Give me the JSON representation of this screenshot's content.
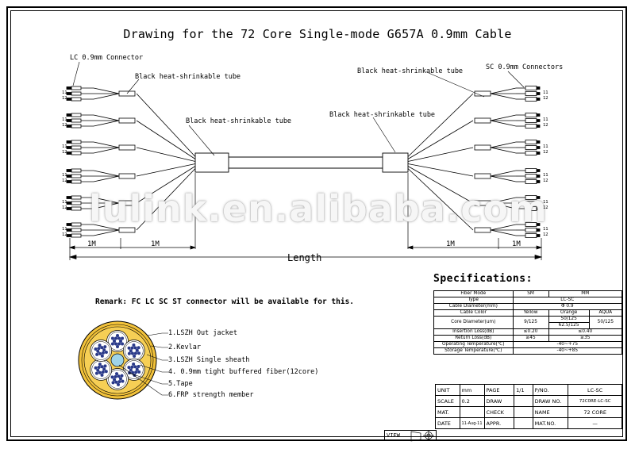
{
  "title": "Drawing for the 72 Core Single-mode G657A 0.9mm Cable",
  "labels": {
    "lc_connector": "LC 0.9mm Connector",
    "sc_connectors": "SC 0.9mm Connectors",
    "tube_left_top": "Black heat-shrinkable tube",
    "tube_left_mid": "Black heat-shrinkable tube",
    "tube_right_top": "Black heat-shrinkable tube",
    "tube_right_mid": "Black heat-shrinkable tube"
  },
  "fiber_numbers": [
    "11",
    "12"
  ],
  "dimensions": {
    "seg1": "1M",
    "seg2": "1M",
    "seg3": "1M",
    "seg4": "1M",
    "length": "Length"
  },
  "watermark": "lulink.en.alibaba.com",
  "spec_title": "Specifications:",
  "spec": {
    "fiber_mode": "Fiber Mode",
    "sm": "SM",
    "mm": "MM",
    "type": "Type",
    "type_val": "LC-SC",
    "cable_diameter": "Cable Diameter(mm)",
    "cable_diameter_val": "Φ 0.9",
    "cable_color": "Cable Color",
    "yellow": "Yellow",
    "orange": "Orange",
    "aqua": "AQUA",
    "core_diameter": "Core Diameter(um)",
    "core_sm": "9/125",
    "core_mm1": "50/125",
    "core_mm1b": "62.5/125",
    "core_mm2": "50/125",
    "insertion_loss": "Insertion Loss(dB)",
    "il_sm": "≤0.20",
    "il_mm": "≤0.40",
    "return_loss": "Return Loss(dB)",
    "rl_sm": "≥45",
    "rl_mm": "≥35",
    "op_temp": "Operating Temperature(℃)",
    "op_temp_val": "-40~+75",
    "st_temp": "Storage Temperature(℃)",
    "st_temp_val": "-40~+85"
  },
  "remark": "Remark: FC LC SC ST connector will be available for this.",
  "legend": [
    "1.LSZH Out jacket",
    "2.Kevlar",
    "3.LSZH Single sheath",
    "4. 0.9mm tight buffered fiber(12core)",
    "5.Tape",
    "6.FRP strength member"
  ],
  "title_block": {
    "unit": "UNIT",
    "unit_val": "mm",
    "page": "PAGE",
    "page_val": "1/1",
    "pno": "P/NO.",
    "pno_val": "LC-SC",
    "scale": "SCALE",
    "scale_val": "0.2",
    "draw": "DRAW",
    "draw_no": "DRAW NO.",
    "draw_no_val": "72C0RE-LC-SC",
    "mat": "MAT.",
    "check": "CHECK",
    "name": "NAME",
    "name_val": "72 CORE",
    "date": "DATE",
    "date_val": "11-Aug-11",
    "appr": "APPR.",
    "mat_no": "MAT.NO.",
    "mat_no_val": "—",
    "view": "VIEW"
  },
  "colors": {
    "cable_yellow": "#f2c23a",
    "fiber_blue": "#2a3a8a",
    "line": "#000000"
  }
}
